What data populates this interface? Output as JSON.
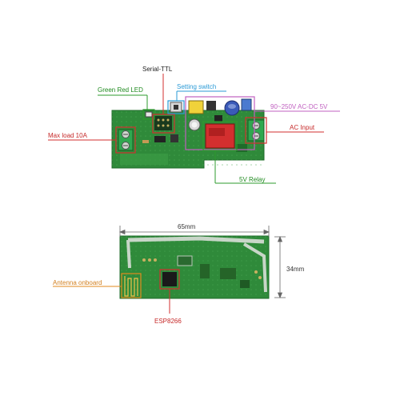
{
  "labels": {
    "serial_ttl": "Serial-TTL",
    "green_red_led": "Green  Red LED",
    "setting_switch": "Setting switch",
    "voltage": "90~250V AC-DC 5V",
    "ac_input": "AC Input",
    "max_load": "Max load   10A",
    "relay": "5V Relay",
    "width": "65mm",
    "height": "34mm",
    "antenna": "Antenna onboard",
    "esp": "ESP8266"
  },
  "colors": {
    "pcb": "#2f8a3a",
    "pcb_dark": "#1f6b2a",
    "red": "#d32f2f",
    "green": "#2e9b2e",
    "blue": "#2a9ad6",
    "purple": "#c060c0",
    "orange": "#e08a1e",
    "screw_green": "#2fa84f"
  }
}
